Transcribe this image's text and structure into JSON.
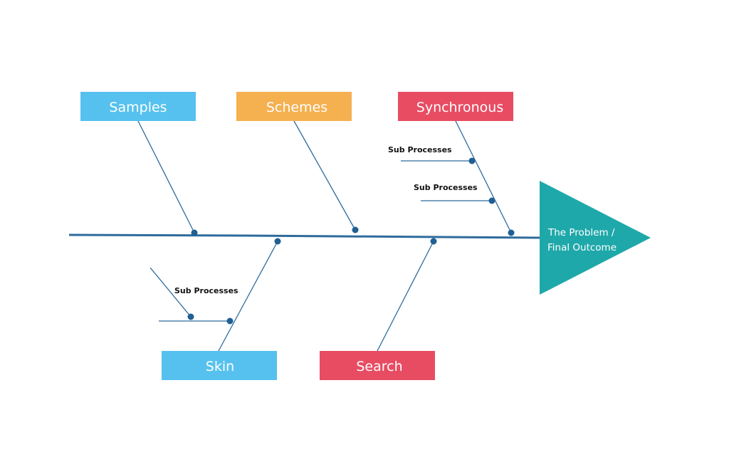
{
  "colors": {
    "blue": "#56c1ee",
    "orange": "#f5b050",
    "red": "#e84c63",
    "teal": "#1fa8aa",
    "line": "#2e6b9c"
  },
  "outcome": {
    "line1": "The Problem /",
    "line2": "Final Outcome"
  },
  "causes": {
    "samples": "Samples",
    "schemes": "Schemes",
    "synchronous": "Synchronous",
    "skin": "Skin",
    "search": "Search"
  },
  "sub_processes": [
    "Sub Processes",
    "Sub Processes",
    "Sub Processes"
  ]
}
